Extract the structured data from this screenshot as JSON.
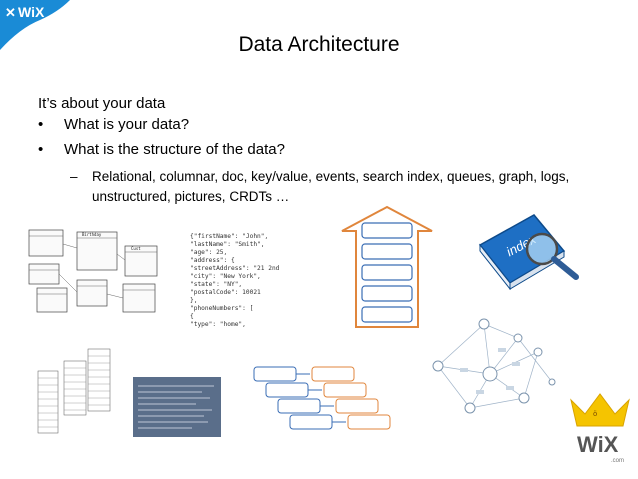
{
  "corner_logo": {
    "text": "WiX",
    "color": "#1a8bd6"
  },
  "title": "Data Architecture",
  "intro": "It’s about your data",
  "bullets": [
    {
      "marker": "•",
      "text": "What is your data?"
    },
    {
      "marker": "•",
      "text": "What is the structure of the data?"
    }
  ],
  "sub_bullet": {
    "marker": "–",
    "text": "Relational, columnar, doc, key/value, events, search index, queues, graph, logs, unstructured, pictures, CRDTs …"
  },
  "json_snippet": {
    "lines": [
      "{\"firstName\": \"John\",",
      " \"lastName\": \"Smith\",",
      " \"age\": 25,",
      " \"address\": {",
      "   \"streetAddress\": \"21 2nd",
      "   \"city\": \"New York\",",
      "   \"state\": \"NY\",",
      "   \"postalCode\": 10021",
      " },",
      " \"phoneNumbers\": [",
      "   {",
      "     \"type\": \"home\","
    ]
  },
  "index_book_label": "index",
  "bottom_logo": {
    "text": "WiX",
    "subtext": ".com",
    "color": "#555555"
  },
  "colors": {
    "arrow_border": "#e0863c",
    "box_border": "#3a6db5",
    "book_blue": "#1e6fc4",
    "graph_line": "#9fb3c8"
  }
}
